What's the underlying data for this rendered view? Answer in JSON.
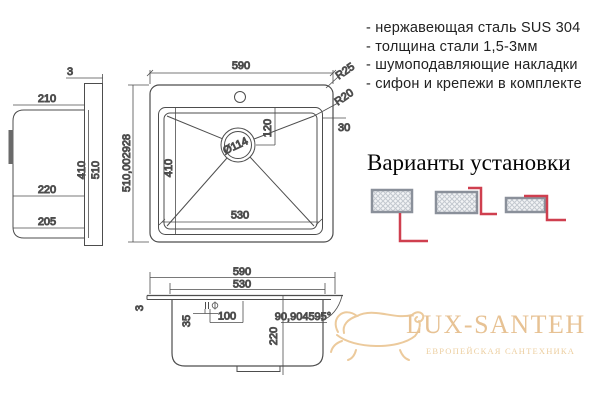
{
  "features": {
    "items": [
      "- нержавеющая сталь SUS 304",
      "- толщина стали 1,5-3мм",
      "- шумоподавляющие накладки",
      "- сифон и крепежи в комплекте"
    ]
  },
  "installation": {
    "title": "Варианты установки"
  },
  "drawing": {
    "side_view": {
      "rim_thickness": "3",
      "top_depth": "210",
      "mid_depth": "220",
      "bottom_depth": "205",
      "bowl_height": "410",
      "overall_height": "510"
    },
    "top_view": {
      "overall_width": "590",
      "overall_height": "510,002928",
      "bowl_width": "530",
      "bowl_height": "410",
      "drain_diameter": "Ø114",
      "drain_offset": "120",
      "outer_radius": "R25",
      "inner_radius": "R20",
      "rim_width": "30"
    },
    "bottom_view": {
      "overall_width": "590",
      "bowl_width": "530",
      "rim_thickness": "3",
      "faucet_height": "35",
      "faucet_offset": "100",
      "bowl_depth": "220",
      "wall_angle": "90,904595°"
    }
  },
  "watermark": {
    "brand": "LUX-SANTEH",
    "tagline": "ЕВРОПЕЙСКАЯ САНТЕХНИКА"
  },
  "colors": {
    "line": "#4d4d4d",
    "accent_red": "#cf3f4f",
    "brand_tan": "#e7c294"
  }
}
